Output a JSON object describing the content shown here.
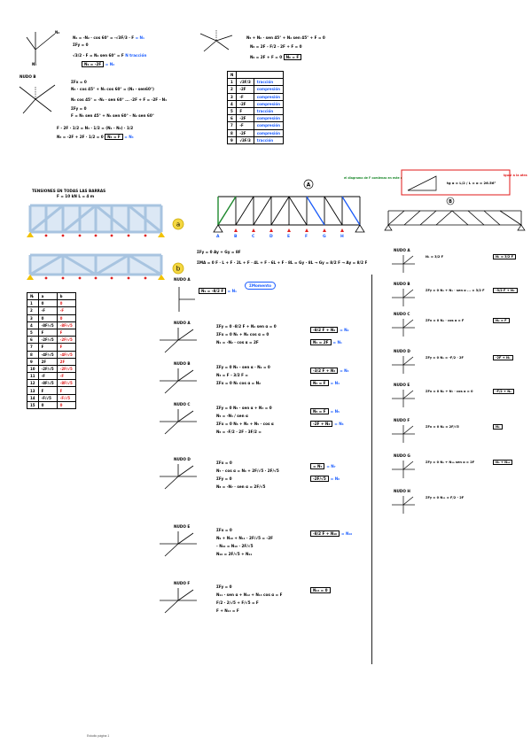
{
  "top_left": {
    "eq1": "N₁ = -N₂ · cos 60° = -√3F/3 · F",
    "eq1_result": "= N₁",
    "eq2": "ΣFy = 0",
    "eq3": "√3/2 · F = N₂ sen 60° = F",
    "eq3_note": "N tracción",
    "eq4": "N₂ = -2F",
    "eq4_tag": "= N₂",
    "node_b_label": "NUDO B",
    "b1": "ΣFx = 0",
    "b2": "N₃ · cos 45° + N₄ cos 60° = (N₂ · sen60°)",
    "b3": "N₃ cos 45° = -N₂ · sen 60° ... -2F + F = -2F · N₄",
    "b4": "ΣFy = 0",
    "b5": "F = N₃ sen 45° + N₄ sen 60° - N₂ sen 60°",
    "b6": "F - 2F · 1/2 = N₃ · 1/2 = (N₁ - N₃) · 1/2",
    "b7": "N₃ = -2F + 2F · 1/2 = 0",
    "b7_box": "N₃ = F",
    "b7_tag": "= N₃"
  },
  "top_right": {
    "r1": "N₅ + N₆ · sen 45° + N₂ sen 45° + F = 0",
    "r2": "N₆ = 2F - F/2 - 2F + F = 0",
    "r3": "N₆ = 2F + F = 0",
    "r3_box": "N₆ = F"
  },
  "table_top": {
    "header": [
      "N",
      ""
    ],
    "rows": [
      [
        "1",
        "√3F/3",
        "tracción"
      ],
      [
        "2",
        "-2F",
        "compresión"
      ],
      [
        "3",
        "-F",
        "compresión"
      ],
      [
        "4",
        "-2F",
        "compresión"
      ],
      [
        "5",
        "F",
        "tracción"
      ],
      [
        "6",
        "-2F",
        "compresión"
      ],
      [
        "7",
        "-F",
        "compresión"
      ],
      [
        "8",
        "-2F",
        "compresión"
      ],
      [
        "9",
        "√3F/3",
        "tracción"
      ]
    ]
  },
  "truss_section": {
    "title": "TENSIONES EN TODAS LAS BARRAS",
    "subtitle": "F = 10 kN    L = 4 m",
    "label_a": "a",
    "label_b": "b",
    "label_A": "A",
    "label_B": "B",
    "green_note": "el diagrama de F comienza en este nodo 1",
    "red_note": "igual a la otra",
    "formula": "tg α = L/2 / L = α = 26.56°",
    "node_labels": [
      "A",
      "B",
      "C",
      "D",
      "E",
      "F",
      "G",
      "H"
    ]
  },
  "table_left": {
    "header": [
      "Nᵢ",
      "a",
      "b"
    ],
    "rows": [
      [
        "1",
        "0",
        "0"
      ],
      [
        "2",
        "-F",
        "-F"
      ],
      [
        "3",
        "0",
        "0"
      ],
      [
        "4",
        "-8F/√5",
        "-8F/√5"
      ],
      [
        "5",
        "F",
        "F"
      ],
      [
        "6",
        "-2F/√5",
        "-2F/√5"
      ],
      [
        "7",
        "F",
        "F"
      ],
      [
        "8",
        "-4F/√5",
        "-4F/√5"
      ],
      [
        "9",
        "2F",
        "2F"
      ],
      [
        "10",
        "-2F/√5",
        "-2F/√5"
      ],
      [
        "11",
        "-F",
        "-F"
      ],
      [
        "12",
        "-8F/√5",
        "-8F/√5"
      ],
      [
        "13",
        "F",
        "F"
      ],
      [
        "14",
        "-F/√5",
        "-F/√5"
      ],
      [
        "15",
        "0",
        "0"
      ]
    ]
  },
  "reactions": {
    "r1": "ΣFy = 0      Ay + Gy = 8F",
    "r2": "ΣMA = 0      F · L + F · 2L + F · 4L + F · 6L + F · 8L = Gy · 8L  →  Gy = 8/2 F  →  Ay = 8/2 F",
    "nudo_label": "NUDO A",
    "eq_A": "N₁ = -8/2 F",
    "tag_A": "= N₁",
    "circled": "ΣMomento"
  },
  "mid_nodes": [
    {
      "label": "NUDO A",
      "lines": [
        "ΣFy = 0   -8/2 F + N₂ sen α = 0",
        "ΣFx = 0   N₁ + N₂ cos α = 0",
        "N₁ = -N₂ · cos α = 2F"
      ],
      "boxes": [
        "-8/2 F + N₂",
        "N₁ = 2F"
      ],
      "tags": [
        "= N₂",
        "= N₁"
      ]
    },
    {
      "label": "NUDO B",
      "lines": [
        "ΣFy = 0   N₃ - sen α · N₂ = 0",
        "N₃ = F - 3/2 F = ",
        "ΣFx = 0   N₄ cos α = N₂"
      ],
      "boxes": [
        "-3/2 F + N₃",
        "N₄ = F"
      ],
      "tags": [
        "= N₃",
        "= N₄"
      ]
    },
    {
      "label": "NUDO C",
      "lines": [
        "ΣFy = 0   N₅ · sen α + N₃ = 0",
        "N₅ = -N₃ / sen α",
        "ΣFx = 0   N₆ + N₄ + N₅ · cos α",
        "N₆ = -F/2 · 2F - 3F/2 ="
      ],
      "boxes": [
        "N₅ = F",
        "-2F + N₆"
      ],
      "tags": [
        "= N₅",
        "= N₆"
      ]
    },
    {
      "label": "NUDO D",
      "lines": [
        "ΣFx = 0",
        "N₇ · cos α = N₆ + 2F/√5 · 2F/√5",
        "ΣFy = 0",
        "N₈ = -N₇ · sen α = 2F/√5"
      ],
      "boxes": [
        "= N₇",
        "-2F/√5"
      ],
      "tags": [
        "= N₇",
        "= N₈"
      ]
    },
    {
      "label": "NUDO E",
      "lines": [
        "ΣFx = 0",
        "N₉ + N₁₀ + N₁₁ · 2F/√5 = -2F",
        "- N₁₀ = N₁₀ · 2F/√5",
        "N₁₀ = 2F/√5 + N₁₁"
      ],
      "boxes": [
        "-8/2 F + N₁₀"
      ],
      "tags": [
        "= N₁₀"
      ]
    },
    {
      "label": "NUDO F",
      "lines": [
        "ΣFy = 0",
        "N₁₁ · sen α + N₁₂ + N₁₃ cos α = F",
        "F/2 · 2/√5 + F/√5 = F",
        "F + N₁₃ = F"
      ],
      "boxes": [
        "N₁₃ = 0"
      ],
      "tags": []
    }
  ],
  "right_nodes": [
    {
      "label": "NUDO A",
      "eq": "N₁ = 3/2 F",
      "box": "N₁ = 3/2 F"
    },
    {
      "label": "NUDO B",
      "eq": "ΣFy = 0   N₂ + N₃ · sen α ... = 3/2 F",
      "box": "-3/2 F + N₂"
    },
    {
      "label": "NUDO C",
      "eq": "ΣFx = 0   N₄ · cos α = F",
      "box": "N₄ = F"
    },
    {
      "label": "NUDO D",
      "eq": "ΣFy = 0   N₅ = -F/2 · 2F",
      "box": "-2F + N₅"
    },
    {
      "label": "NUDO E",
      "eq": "ΣFx = 0   N₆ + N₇ · cos α = 0",
      "box": "-F/2 + N₆"
    },
    {
      "label": "NUDO F",
      "eq": "ΣFx = 0   N₈ = 2F/√5",
      "box": "N₈"
    },
    {
      "label": "NUDO G",
      "eq": "ΣFy = 0   N₉ + N₁₀ sen α = 2F",
      "box": "N₉ + N₁₀"
    },
    {
      "label": "NUDO H",
      "eq": "ΣFy = 0   N₁₁ = F/2 - 2F",
      "box": ""
    }
  ],
  "footer": "Estudio página 1"
}
